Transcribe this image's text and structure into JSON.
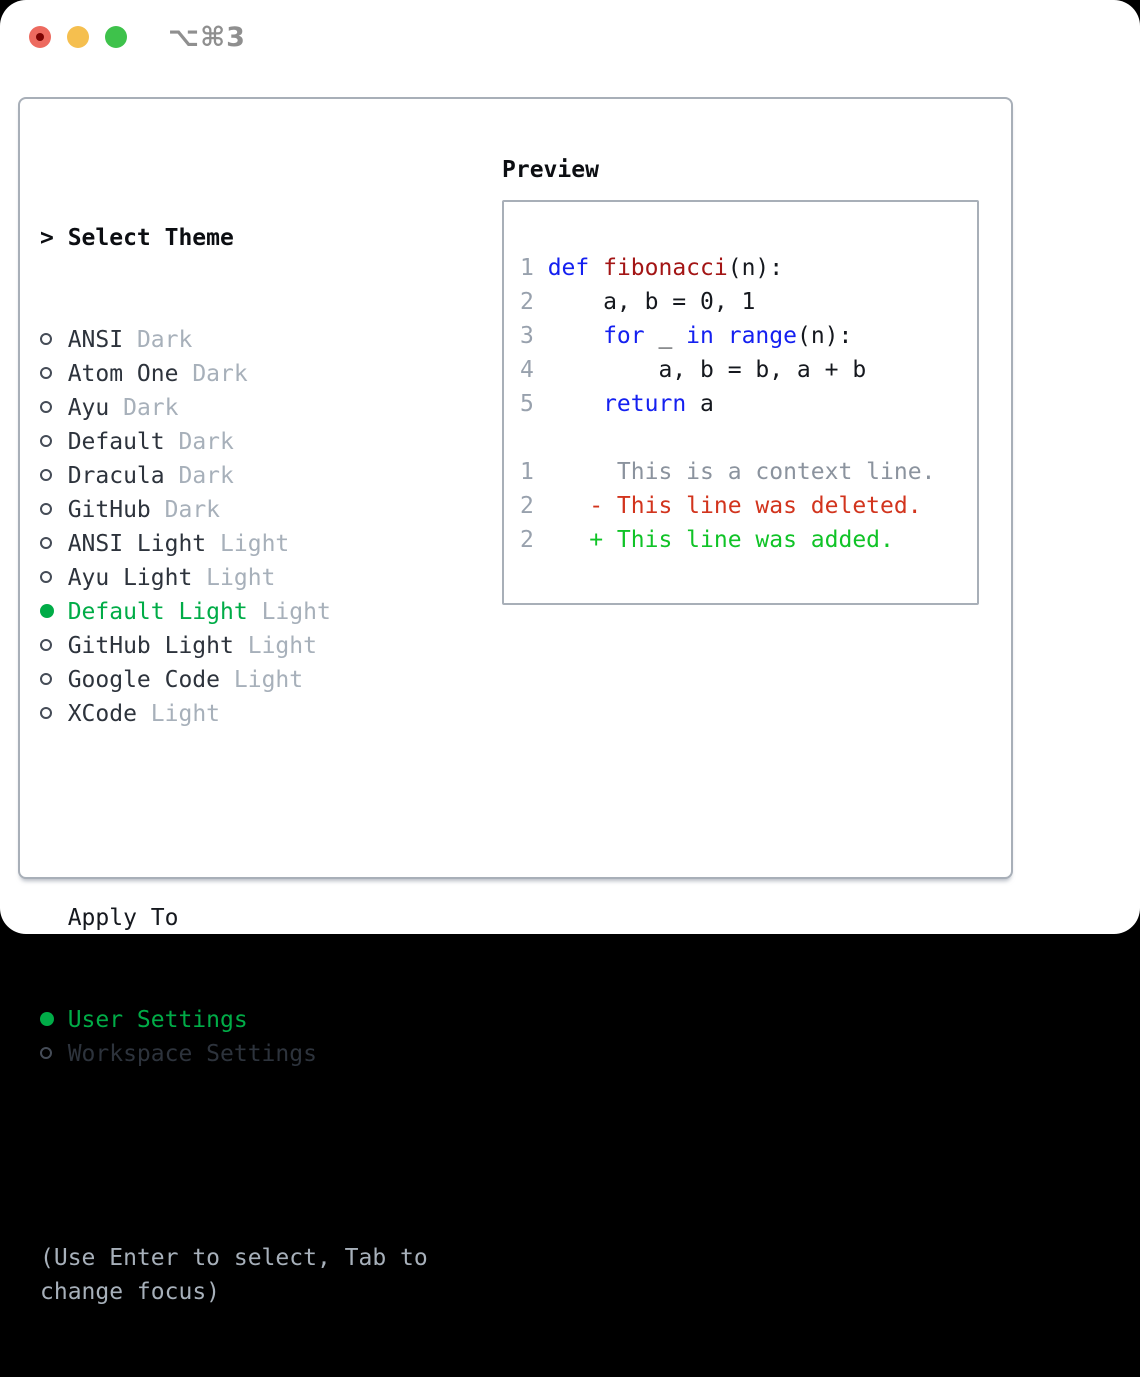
{
  "window": {
    "shortcut": "⌥⌘3"
  },
  "panel": {
    "theme_section": {
      "prompt": ">",
      "title": "Select Theme",
      "themes": [
        {
          "name": "ANSI",
          "variant": "Dark",
          "selected": false
        },
        {
          "name": "Atom One",
          "variant": "Dark",
          "selected": false
        },
        {
          "name": "Ayu",
          "variant": "Dark",
          "selected": false
        },
        {
          "name": "Default",
          "variant": "Dark",
          "selected": false
        },
        {
          "name": "Dracula",
          "variant": "Dark",
          "selected": false
        },
        {
          "name": "GitHub",
          "variant": "Dark",
          "selected": false
        },
        {
          "name": "ANSI Light",
          "variant": "Light",
          "selected": false
        },
        {
          "name": "Ayu Light",
          "variant": "Light",
          "selected": false
        },
        {
          "name": "Default Light",
          "variant": "Light",
          "selected": true
        },
        {
          "name": "GitHub Light",
          "variant": "Light",
          "selected": false
        },
        {
          "name": "Google Code",
          "variant": "Light",
          "selected": false
        },
        {
          "name": "XCode",
          "variant": "Light",
          "selected": false
        }
      ]
    },
    "apply_section": {
      "title": "Apply To",
      "options": [
        {
          "label": "User Settings",
          "selected": true
        },
        {
          "label": "Workspace Settings",
          "selected": false
        }
      ]
    },
    "hint_lines": [
      "(Use Enter to select, Tab to",
      "change focus)"
    ],
    "preview": {
      "title": "Preview",
      "code_lines": [
        {
          "gutter": "1",
          "segments": [
            {
              "t": "def",
              "c": "kw"
            },
            {
              "t": " ",
              "c": "plain"
            },
            {
              "t": "fibonacci",
              "c": "fn"
            },
            {
              "t": "(n):",
              "c": "plain"
            }
          ]
        },
        {
          "gutter": "2",
          "segments": [
            {
              "t": "    a, b = 0, 1",
              "c": "plain"
            }
          ]
        },
        {
          "gutter": "3",
          "segments": [
            {
              "t": "    ",
              "c": "plain"
            },
            {
              "t": "for",
              "c": "kw"
            },
            {
              "t": " _ ",
              "c": "plain"
            },
            {
              "t": "in",
              "c": "kw"
            },
            {
              "t": " ",
              "c": "plain"
            },
            {
              "t": "range",
              "c": "kw"
            },
            {
              "t": "(n):",
              "c": "plain"
            }
          ]
        },
        {
          "gutter": "4",
          "segments": [
            {
              "t": "        a, b = b, a + b",
              "c": "plain"
            }
          ]
        },
        {
          "gutter": "5",
          "segments": [
            {
              "t": "    ",
              "c": "plain"
            },
            {
              "t": "return",
              "c": "kw"
            },
            {
              "t": " a",
              "c": "plain"
            }
          ]
        },
        {
          "gutter": "",
          "segments": []
        },
        {
          "gutter": "1",
          "segments": [
            {
              "t": "     This is a context line.",
              "c": "ctx"
            }
          ]
        },
        {
          "gutter": "2",
          "segments": [
            {
              "t": "   - This line was deleted.",
              "c": "del"
            }
          ]
        },
        {
          "gutter": "2",
          "segments": [
            {
              "t": "   + This line was added.",
              "c": "add"
            }
          ]
        }
      ]
    }
  },
  "colors": {
    "accent_green": "#00ac47",
    "added_green": "#10c327",
    "deleted_red": "#d2341d",
    "keyword_blue": "#1420f0",
    "function_red": "#a31515",
    "muted_gray": "#a7b0ba",
    "gutter_gray": "#98a1ad",
    "text_dark": "#2d333c",
    "border_gray": "#a8afb8",
    "traffic_red": "#ed6a5f",
    "traffic_yellow": "#f5bf4f",
    "traffic_green": "#3ec24b"
  }
}
